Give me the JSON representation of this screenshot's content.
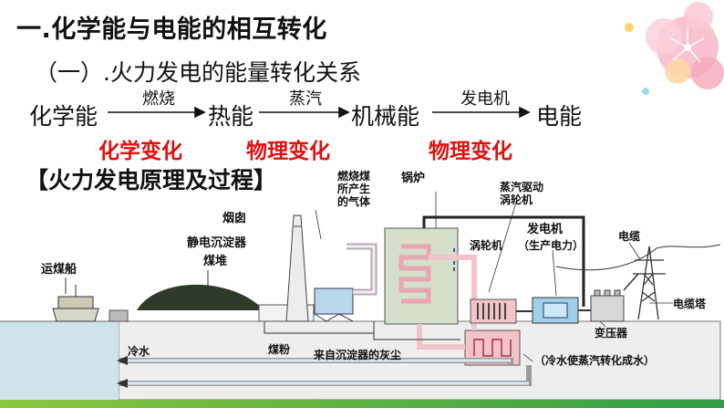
{
  "heading": "一.化学能与电能的相互转化",
  "subheading": "（一）.火力发电的能量转化关系",
  "chain": {
    "nodes": [
      "化学能",
      "热能",
      "机械能",
      "电能"
    ],
    "arrows": [
      "燃烧",
      "蒸汽",
      "发电机"
    ],
    "changes": [
      "化学变化",
      "物理变化",
      "物理变化"
    ]
  },
  "section_title": "【火力发电原理及过程】",
  "diagram_labels": {
    "ship": "运煤船",
    "coal_pile": "煤堆",
    "chimney": "烟囱",
    "precipitator": "静电沉淀器",
    "combustion_gas": [
      "燃烧煤",
      "所产生",
      "的气体"
    ],
    "boiler": "锅炉",
    "steam_drive": [
      "蒸汽驱动",
      "涡轮机"
    ],
    "turbine": "涡轮机",
    "generator": "发电机",
    "generator_sub": "（生产电力）",
    "cable": "电缆",
    "tower": "电缆塔",
    "transformer": "变压器",
    "cold_water": "冷水",
    "coal_powder": "煤粉",
    "ash": "来自沉淀器的灰尘",
    "condense": "（冷水使蒸汽转化成水）"
  },
  "colors": {
    "accent_red": "#e01010",
    "pipe_pink": "#f2c3c8",
    "boiler_green": "#d5dfc9",
    "generator_blue": "#9fd0ea",
    "water_blue": "#cfe3ec"
  }
}
